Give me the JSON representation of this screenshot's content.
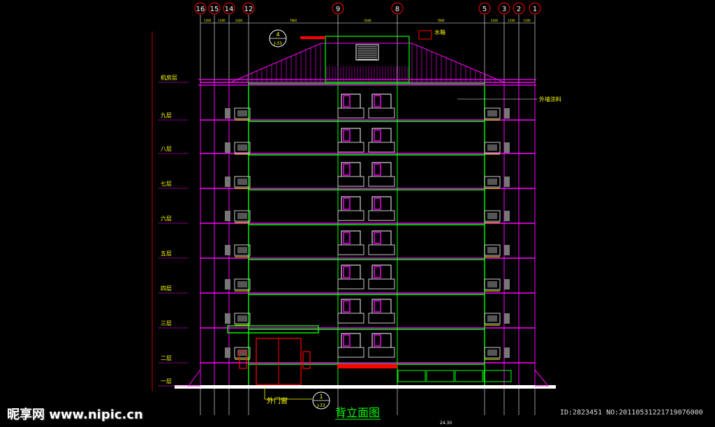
{
  "drawing": {
    "title": "背立面图",
    "axis_labels_top": [
      "16",
      "15",
      "14",
      "12",
      "9",
      "8",
      "5",
      "3",
      "2",
      "1"
    ],
    "elevation_callouts_left": [
      "机房层",
      "九层",
      "八层",
      "七层",
      "六层",
      "五层",
      "四层",
      "三层",
      "二层",
      "一层"
    ],
    "callout_right": "外墙涂料",
    "callout_top": "水箱",
    "detail_refs": [
      {
        "num": "4",
        "sheet": "J-33"
      },
      {
        "num": "1",
        "sheet": "J-33"
      }
    ],
    "bottom_note": "外门窗",
    "dims_top": [
      "1200",
      "1200",
      "3200",
      "7800",
      "5040",
      "7800",
      "3200",
      "1200",
      "1200"
    ],
    "footer_dim": "24.30"
  },
  "colors": {
    "background": "#000000",
    "frame": "#ff00ff",
    "floor_lines": "#00ff00",
    "grid_lines": "#ffffff",
    "window_detail": "#cccccc",
    "accent_red": "#ff0000",
    "callout": "#ffff00"
  },
  "watermark": {
    "left": "昵享网 www.nipic.cn",
    "right": "ID:2823451 NO:20110531221719076000"
  }
}
